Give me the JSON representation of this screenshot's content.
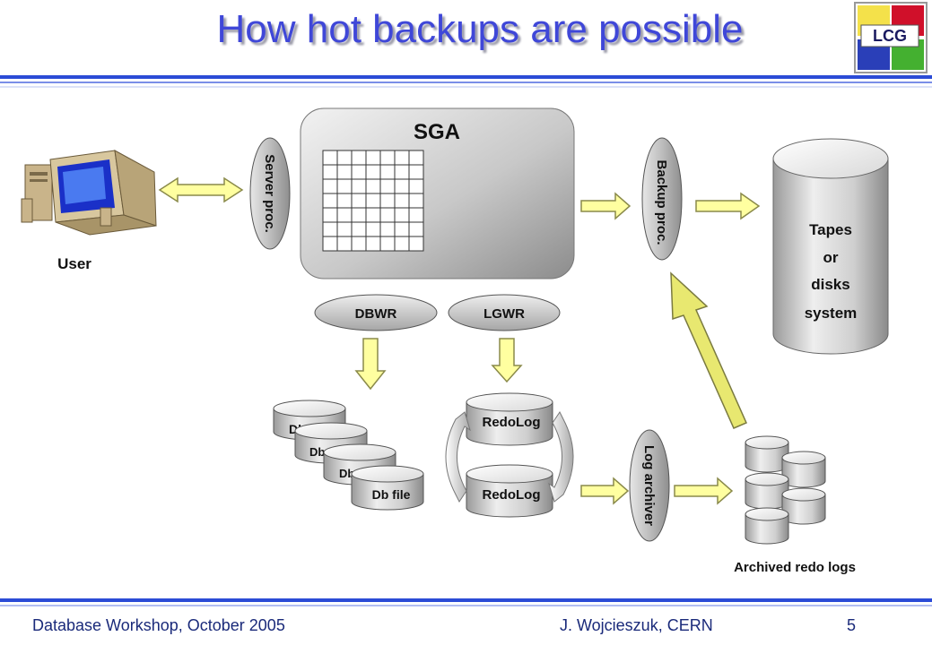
{
  "slide": {
    "title": "How hot backups are possible",
    "logo_text": "LCG"
  },
  "diagram": {
    "user_label": "User",
    "server_proc": "Server proc.",
    "sga": "SGA",
    "backup_proc": "Backup proc.",
    "tapes": {
      "line1": "Tapes",
      "line2": "or",
      "line3": "disks",
      "line4": "system"
    },
    "dbwr": "DBWR",
    "lgwr": "LGWR",
    "db_file_partial_1": "Db",
    "db_file_partial_2": "Db",
    "db_file_partial_3": "Db",
    "db_file": "Db file",
    "redolog_1": "RedoLog",
    "redolog_2": "RedoLog",
    "log_archiver": "Log archiver",
    "archived_redo_logs": "Archived redo logs"
  },
  "footer": {
    "left": "Database Workshop, October 2005",
    "center": "J. Wojcieszuk, CERN",
    "page": "5"
  },
  "colors": {
    "title": "#3f47d8",
    "rule": "#2b4bd6",
    "arrow_fill": "#ffffa0",
    "arrow_stroke": "#8a8a4a",
    "tapes_arrow": "#e8e870"
  }
}
